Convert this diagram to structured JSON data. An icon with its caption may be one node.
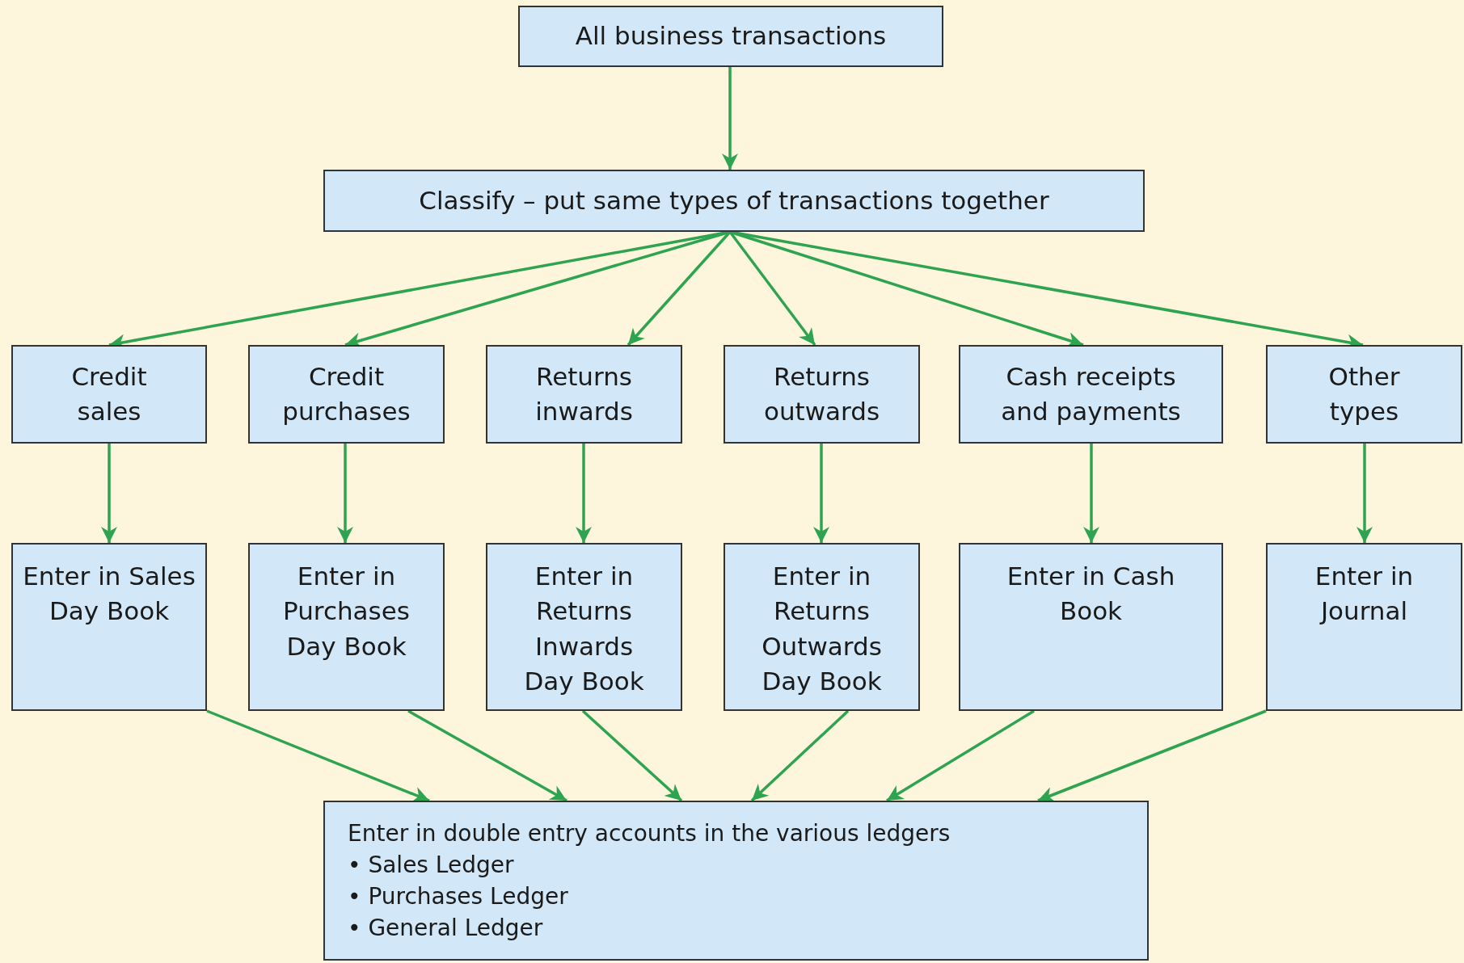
{
  "diagram": {
    "nodes": [
      {
        "text": [
          "All business transactions"
        ]
      },
      {
        "text": [
          "Classify – put same types of transactions together"
        ]
      },
      {
        "text": [
          "Credit sales"
        ]
      },
      {
        "text": [
          "Credit purchases"
        ]
      },
      {
        "text": [
          "Returns inwards"
        ]
      },
      {
        "text": [
          "Returns outwards"
        ]
      },
      {
        "text": [
          "Cash receipts and payments"
        ]
      },
      {
        "text": [
          "Other types"
        ]
      },
      {
        "text": [
          "Enter in Sales Day Book"
        ]
      },
      {
        "text": [
          "Enter in Purchases Day Book"
        ]
      },
      {
        "text": [
          "Enter in Returns Inwards Day Book"
        ]
      },
      {
        "text": [
          "Enter in Returns Outwards Day Book"
        ]
      },
      {
        "text": [
          "Enter in Cash Book"
        ]
      },
      {
        "text": [
          "Enter in Journal"
        ]
      },
      {
        "text": [
          "Enter in double entry accounts in the various ledgers",
          "• Sales Ledger",
          "• Purchases Ledger",
          "• General Ledger"
        ]
      }
    ],
    "edges": [
      {
        "from": 0,
        "to": 1,
        "arrow": "to"
      },
      {
        "from": 1,
        "to": 2,
        "arrow": "to"
      },
      {
        "from": 1,
        "to": 3,
        "arrow": "to"
      },
      {
        "from": 1,
        "to": 4,
        "arrow": "to"
      },
      {
        "from": 1,
        "to": 5,
        "arrow": "to"
      },
      {
        "from": 1,
        "to": 6,
        "arrow": "to"
      },
      {
        "from": 1,
        "to": 7,
        "arrow": "to"
      },
      {
        "from": 2,
        "to": 8,
        "arrow": "to"
      },
      {
        "from": 3,
        "to": 9,
        "arrow": "to"
      },
      {
        "from": 4,
        "to": 10,
        "arrow": "to"
      },
      {
        "from": 5,
        "to": 11,
        "arrow": "to"
      },
      {
        "from": 6,
        "to": 12,
        "arrow": "to"
      },
      {
        "from": 7,
        "to": 13,
        "arrow": "to"
      },
      {
        "from": 8,
        "to": 14,
        "arrow": "to"
      },
      {
        "from": 9,
        "to": 14,
        "arrow": "to"
      },
      {
        "from": 10,
        "to": 14,
        "arrow": "to"
      },
      {
        "from": 11,
        "to": 14,
        "arrow": "to"
      },
      {
        "from": 12,
        "to": 14,
        "arrow": "to"
      },
      {
        "from": 13,
        "to": 14,
        "arrow": "to"
      }
    ]
  }
}
